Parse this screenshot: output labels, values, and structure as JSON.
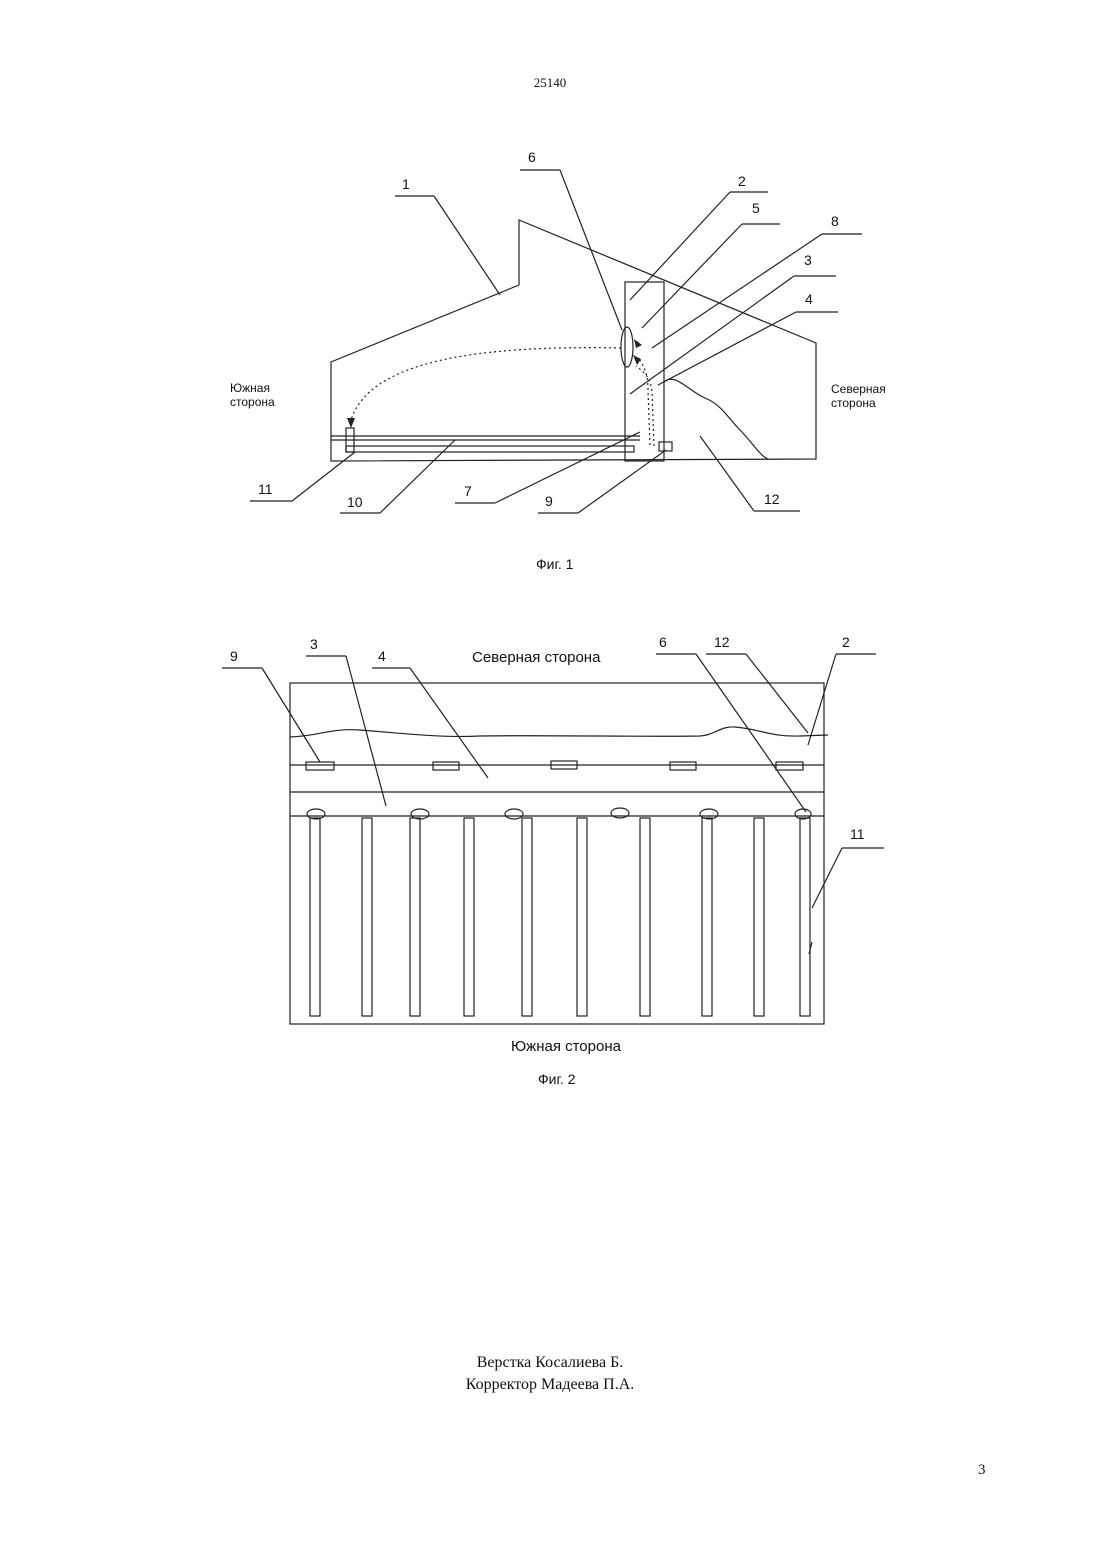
{
  "header": {
    "doc_number": "25140"
  },
  "fig1": {
    "caption": "Фиг. 1",
    "south_label_line1": "Южная",
    "south_label_line2": "сторона",
    "north_label_line1": "Северная",
    "north_label_line2": "сторона",
    "callouts": [
      "1",
      "2",
      "3",
      "4",
      "5",
      "6",
      "7",
      "8",
      "9",
      "10",
      "11",
      "12"
    ]
  },
  "fig2": {
    "caption": "Фиг. 2",
    "north_label": "Северная сторона",
    "south_label": "Южная сторона",
    "callouts": [
      "9",
      "3",
      "4",
      "6",
      "12",
      "2",
      "11"
    ]
  },
  "footer": {
    "layout_credit": "Верстка Косалиева Б.",
    "proofreader_credit": "Корректор Мадеева П.А.",
    "page_number": "3"
  }
}
